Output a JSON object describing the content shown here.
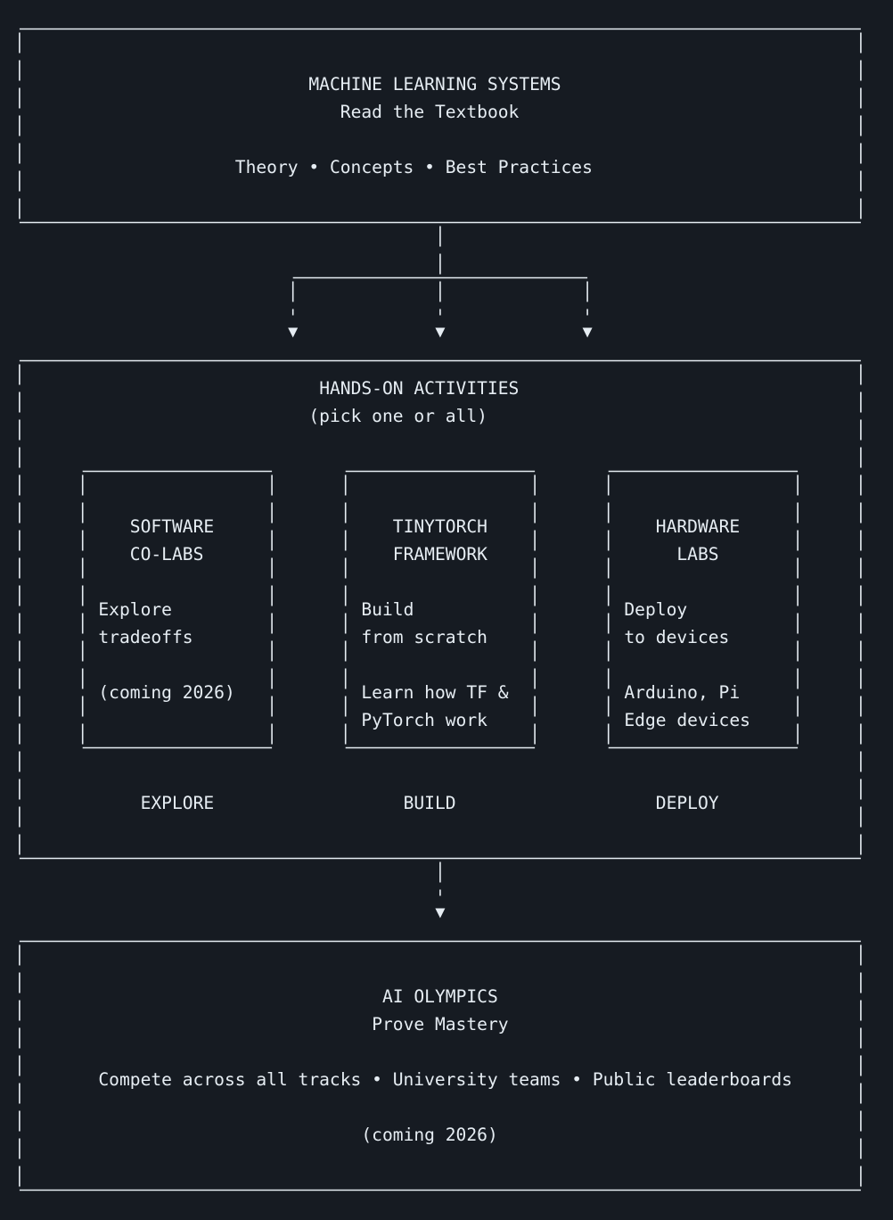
{
  "colors": {
    "background": "#161b22",
    "text": "#e6edf3"
  },
  "textbook": {
    "title": "MACHINE LEARNING SYSTEMS",
    "subtitle": "Read the Textbook",
    "tagline": "Theory • Concepts • Best Practices"
  },
  "activities": {
    "title": "HANDS-ON ACTIVITIES",
    "subtitle": "(pick one or all)",
    "cards": [
      {
        "title1": "SOFTWARE",
        "title2": "CO-LABS",
        "desc1": "Explore",
        "desc2": "tradeoffs",
        "note1": "(coming 2026)",
        "note2": "",
        "footer": "EXPLORE"
      },
      {
        "title1": "TINYTORCH",
        "title2": "FRAMEWORK",
        "desc1": "Build",
        "desc2": "from scratch",
        "note1": "Learn how TF &",
        "note2": "PyTorch work",
        "footer": "BUILD"
      },
      {
        "title1": "HARDWARE",
        "title2": "LABS",
        "desc1": "Deploy",
        "desc2": "to devices",
        "note1": "Arduino, Pi",
        "note2": "Edge devices",
        "footer": "DEPLOY"
      }
    ]
  },
  "olympics": {
    "title": "AI OLYMPICS",
    "subtitle": "Prove Mastery",
    "tagline": "Compete across all tracks • University teams • Public leaderboards",
    "note": "(coming 2026)"
  }
}
